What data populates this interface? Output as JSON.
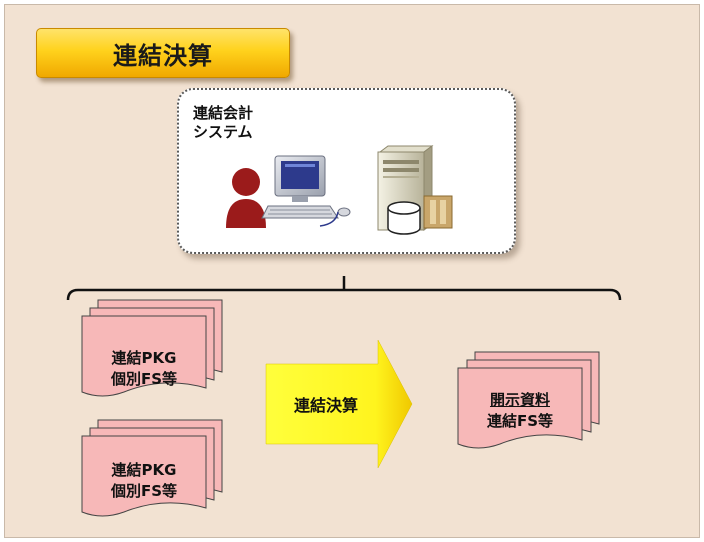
{
  "title": "連結決算",
  "system": {
    "label_line1": "連結会計",
    "label_line2": "システム"
  },
  "inputs": [
    {
      "line1": "連結PKG",
      "line2": "個別FS等"
    },
    {
      "line1": "連結PKG",
      "line2": "個別FS等"
    }
  ],
  "process_arrow": {
    "label": "連結決算"
  },
  "output": {
    "line1": "開示資料",
    "line2": "連結FS等"
  },
  "icons": [
    "user-icon",
    "computer-icon",
    "server-icon",
    "database-icon"
  ],
  "colors": {
    "panel_bg": "#f2e2d2",
    "title_gold": "#ffd21c",
    "doc_pink": "#f7b8b8",
    "arrow_yellow": "#ffff2e",
    "user_red": "#9b1b1b"
  }
}
